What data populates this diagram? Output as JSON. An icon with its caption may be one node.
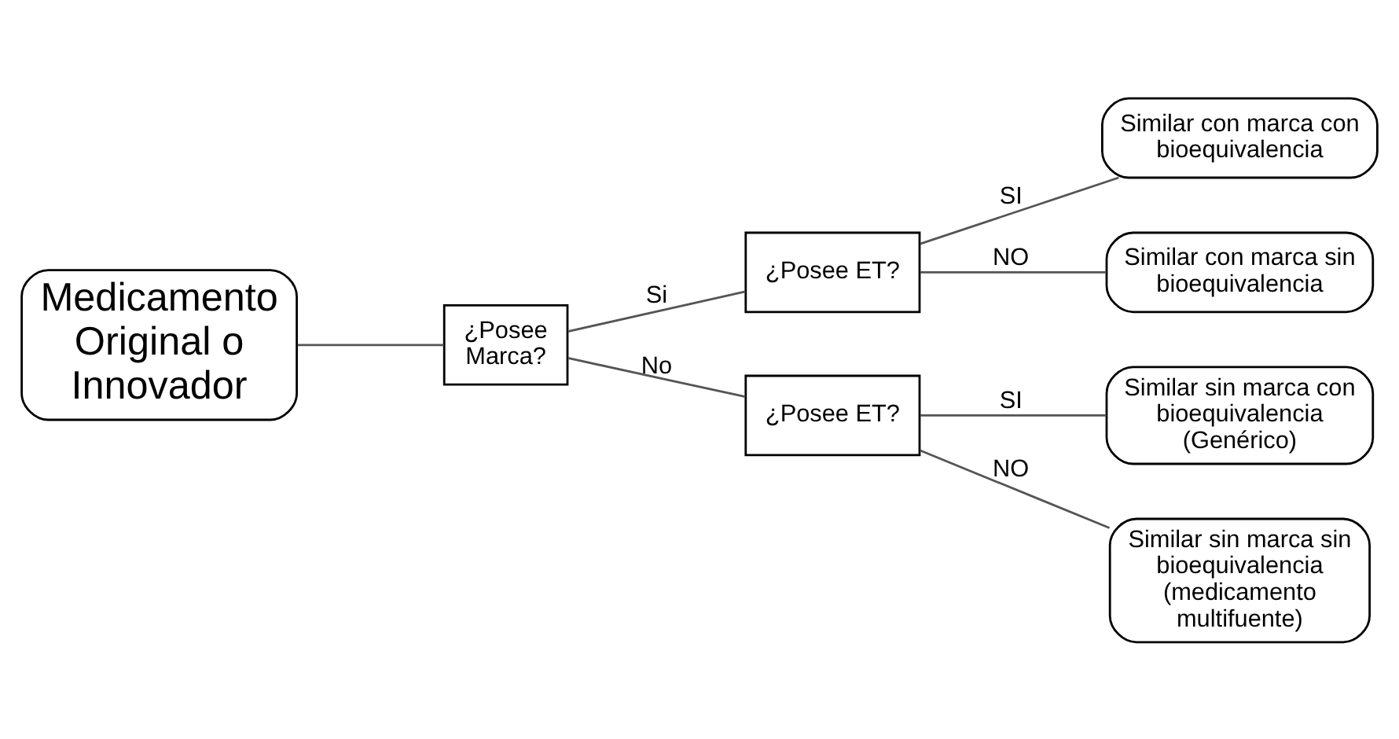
{
  "diagram": {
    "nodes": [
      {
        "text": [
          "Medicamento Original o Innovador"
        ]
      },
      {
        "text": [
          "¿Posee Marca?"
        ]
      },
      {
        "text": [
          "¿Posee ET?"
        ]
      },
      {
        "text": [
          "¿Posee ET?"
        ]
      },
      {
        "text": [
          "Similar con marca con bioequivalencia"
        ]
      },
      {
        "text": [
          "Similar con marca sin bioequivalencia"
        ]
      },
      {
        "text": [
          "Similar sin marca con bioequivalencia (Genérico)"
        ]
      },
      {
        "text": [
          "Similar sin marca sin bioequivalencia (medicamento multifuente)"
        ]
      }
    ],
    "edges": [
      {
        "from": 0,
        "to": 1,
        "arrow": "none"
      },
      {
        "from": 1,
        "to": 2,
        "arrow": "none",
        "label": "Si"
      },
      {
        "from": 1,
        "to": 3,
        "arrow": "none",
        "label": "No"
      },
      {
        "from": 2,
        "to": 4,
        "arrow": "none",
        "label": "SI"
      },
      {
        "from": 2,
        "to": 5,
        "arrow": "none",
        "label": "NO"
      },
      {
        "from": 3,
        "to": 6,
        "arrow": "none",
        "label": "SI"
      },
      {
        "from": 3,
        "to": 7,
        "arrow": "none",
        "label": "NO"
      }
    ]
  }
}
